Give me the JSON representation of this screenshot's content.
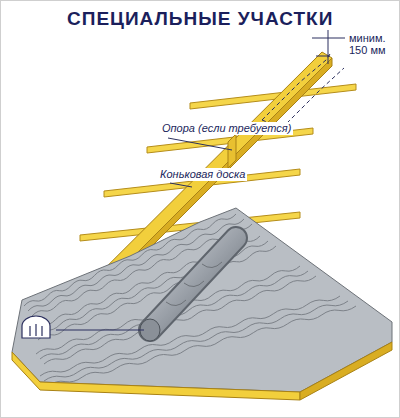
{
  "diagram": {
    "title": "СПЕЦИАЛЬНЫЕ УЧАСТКИ",
    "labels": [
      "миним. 150 мм",
      "Опора (если требуется)",
      "Коньковая доска"
    ]
  }
}
